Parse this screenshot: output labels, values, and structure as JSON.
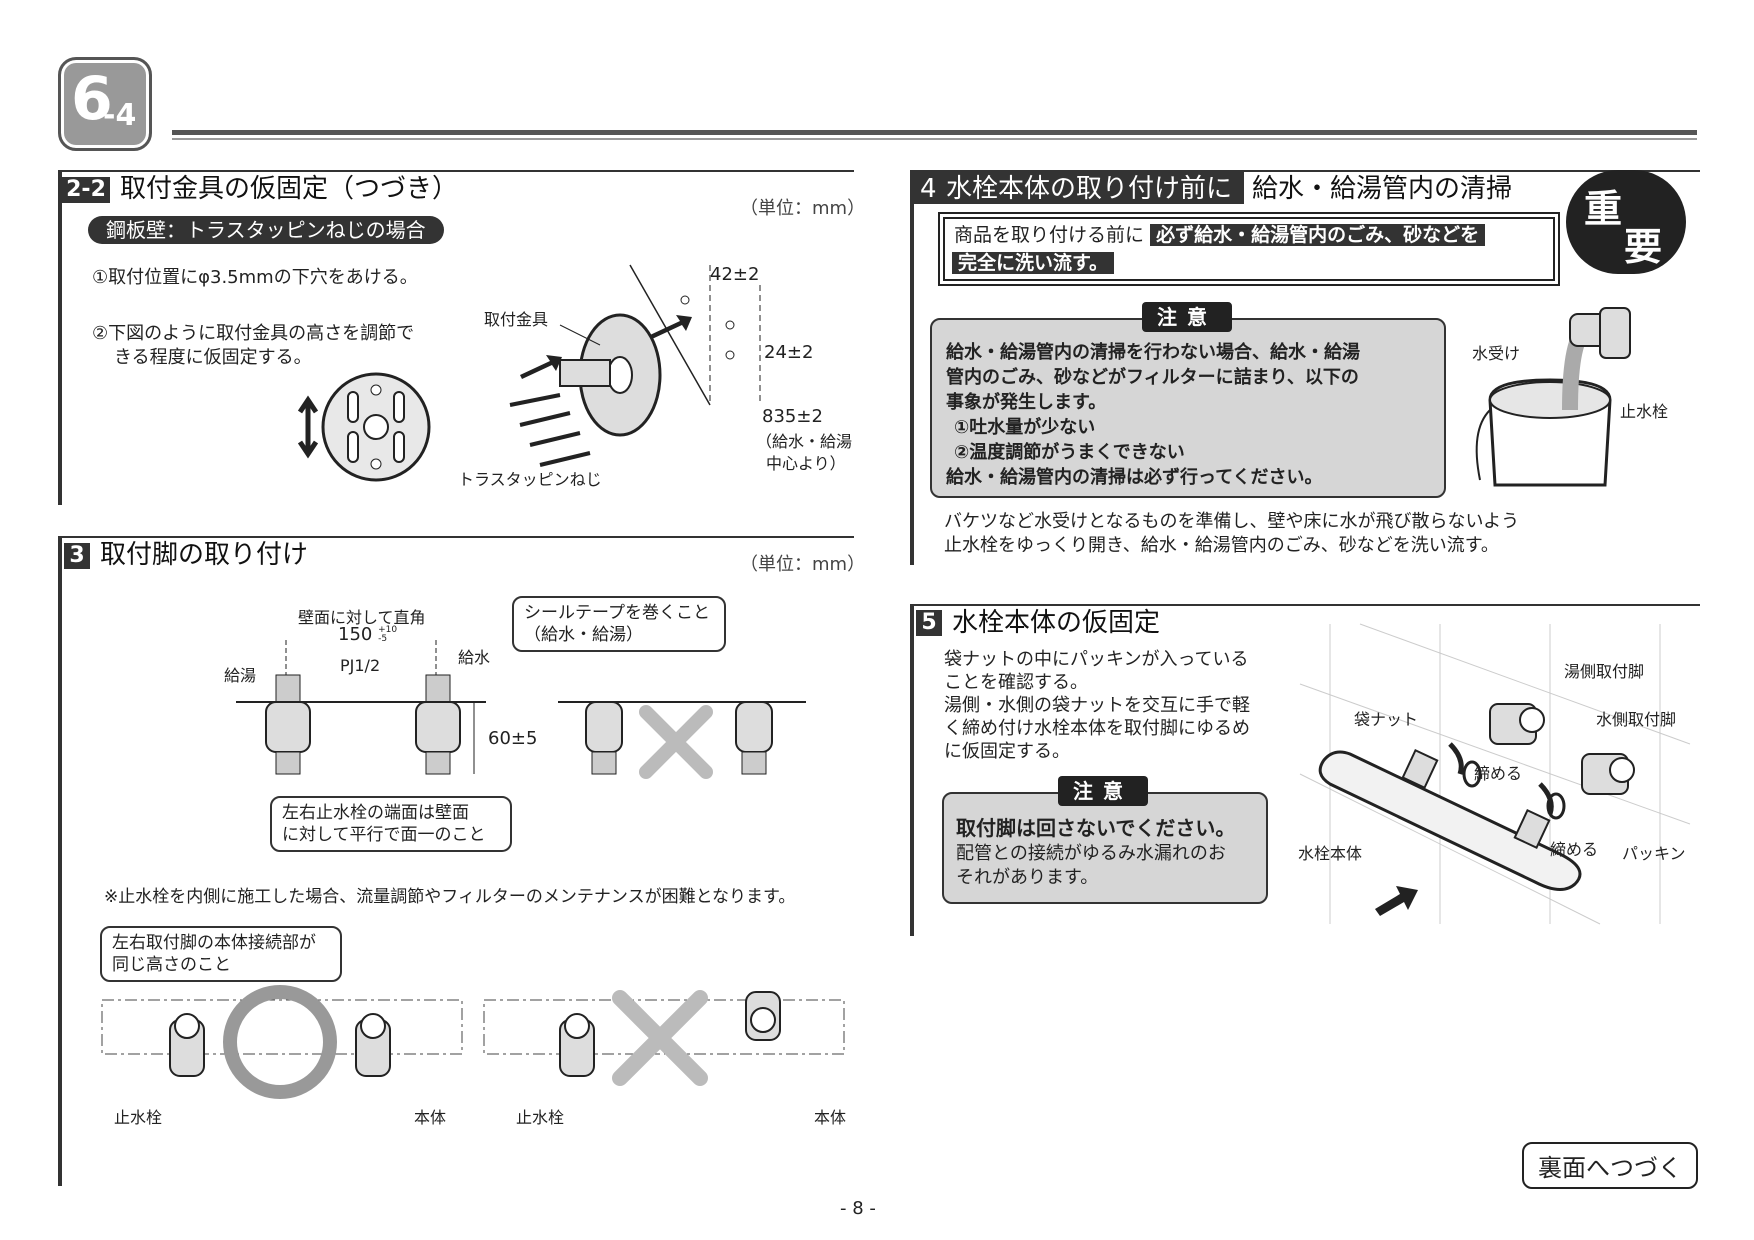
{
  "page_badge": {
    "major": "6",
    "minor": "-4"
  },
  "section_2_2": {
    "number": "2-2",
    "title": "取付金具の仮固定（つづき）",
    "unit": "（単位：mm）",
    "pill": "鋼板壁：トラスタッピンねじの場合",
    "step1": "①取付位置にφ3.5mmの下穴をあける。",
    "step2_line1": "②下図のように取付金具の高さを調節で",
    "step2_line2": "きる程度に仮固定する。",
    "label_bracket": "取付金具",
    "label_screw": "トラスタッピンねじ",
    "dim_42": "42±2",
    "dim_24": "24±2",
    "dim_835": "835±2",
    "dim_835_note1": "（給水・給湯",
    "dim_835_note2": "中心より）"
  },
  "section_3": {
    "number": "3",
    "title": "取付脚の取り付け",
    "unit": "（単位：mm）",
    "label_right_angle": "壁面に対して直角",
    "dim_150": "150",
    "dim_150_tol_plus": "+10",
    "dim_150_tol_minus": "-5",
    "label_hot": "給湯",
    "label_pj": "PJ1/2",
    "label_cold": "給水",
    "callout_seal_line1": "シールテープを巻くこと",
    "callout_seal_line2": "（給水・給湯）",
    "dim_60": "60±5",
    "callout_parallel_line1": "左右止水栓の端面は壁面",
    "callout_parallel_line2": "に対して平行で面一のこと",
    "note": "※止水栓を内側に施工した場合、流量調節やフィルターのメンテナンスが困難となります。",
    "callout_height_line1": "左右取付脚の本体接続部が",
    "callout_height_line2": "同じ高さのこと",
    "label_stop_valve_a": "止水栓",
    "label_body_a": "本体",
    "label_stop_valve_b": "止水栓",
    "label_body_b": "本体"
  },
  "section_4": {
    "number": "4",
    "title_highlight": "水栓本体の取り付け前に",
    "title_rest": "給水・給湯管内の清掃",
    "important_badge_1": "重",
    "important_badge_2": "要",
    "box_prefix": "商品を取り付ける前に",
    "box_bold_1": "必ず給水・給湯管内のごみ、砂などを",
    "box_bold_2": "完全に洗い流す。",
    "caution_tag": "注意",
    "caution_line1": "給水・給湯管内の清掃を行わない場合、給水・給湯",
    "caution_line2": "管内のごみ、砂などがフィルターに詰まり、以下の",
    "caution_line3": "事象が発生します。",
    "caution_item1": "①吐水量が少ない",
    "caution_item2": "②温度調節がうまくできない",
    "caution_line4": "給水・給湯管内の清掃は必ず行ってください。",
    "label_bucket": "水受け",
    "label_stop_valve": "止水栓",
    "body_line1": "バケツなど水受けとなるものを準備し、壁や床に水が飛び散らないよう",
    "body_line2": "止水栓をゆっくり開き、給水・給湯管内のごみ、砂などを洗い流す。"
  },
  "section_5": {
    "number": "5",
    "title": "水栓本体の仮固定",
    "body_line1": "袋ナットの中にパッキンが入っている",
    "body_line2": "ことを確認する。",
    "body_line3": "湯側・水側の袋ナットを交互に手で軽",
    "body_line4": "く締め付け水栓本体を取付脚にゆるめ",
    "body_line5": "に仮固定する。",
    "caution_tag": "注意",
    "caution_bold": "取付脚は回さないでください。",
    "caution_line1": "配管との接続がゆるみ水漏れのお",
    "caution_line2": "それがあります。",
    "label_hot_leg": "湯側取付脚",
    "label_cold_leg": "水側取付脚",
    "label_nut": "袋ナット",
    "label_tighten_1": "締める",
    "label_tighten_2": "締める",
    "label_body": "水栓本体",
    "label_packing": "パッキン"
  },
  "continue_label": "裏面へつづく",
  "page_number": "- 8 -"
}
